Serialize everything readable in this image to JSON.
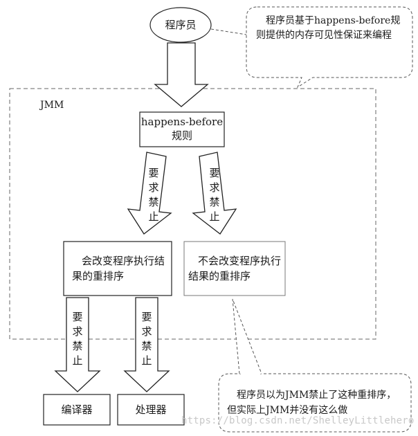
{
  "nodes": {
    "programmer": "程序员",
    "rules_line1": "happens-before",
    "rules_line2": "规则",
    "reordering_forbidden": "会改变程序执行结果的重排序",
    "reordering_allowed": "不会改变程序执行结果的重排序",
    "compiler": "编译器",
    "processor": "处理器"
  },
  "region_label": "JMM",
  "arrow_labels": {
    "rules_to_forbidden": "要求禁止",
    "rules_to_allowed": "要求禁止",
    "forbidden_to_compiler": "要求禁止",
    "forbidden_to_processor": "要求禁止"
  },
  "callouts": {
    "top": "程序员基于happens-before规则提供的内存可见性保证来编程",
    "bottom": "程序员以为JMM禁止了这种重排序，但实际上JMM并没有这么做"
  },
  "watermark": "https://blog.csdn.net/ShelleyLittlehero"
}
